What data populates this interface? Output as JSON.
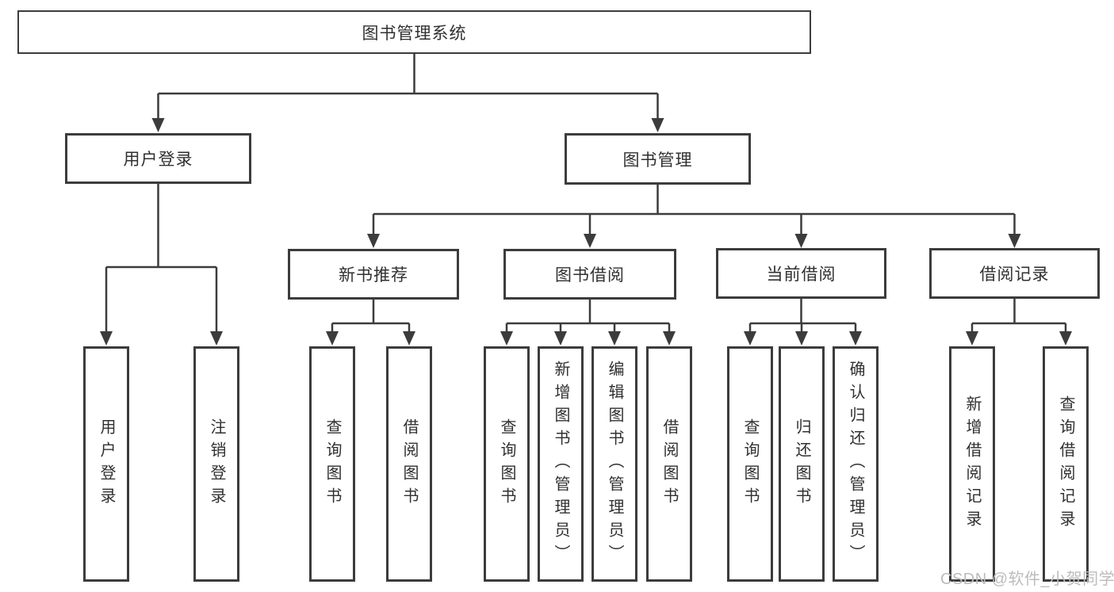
{
  "diagram_type": "hierarchy-tree",
  "colors": {
    "background": "#ffffff",
    "line": "#3c3c3c",
    "box_border": "#3c3c3c",
    "text": "#303030",
    "watermark": "#bcbcbc"
  },
  "tree": {
    "root": {
      "label": "图书管理系统"
    },
    "branches": [
      {
        "label": "用户登录",
        "children": [
          {
            "label": "用户登录"
          },
          {
            "label": "注销登录"
          }
        ]
      },
      {
        "label": "图书管理",
        "children": [
          {
            "label": "新书推荐",
            "children": [
              {
                "label": "查询图书"
              },
              {
                "label": "借阅图书"
              }
            ]
          },
          {
            "label": "图书借阅",
            "children": [
              {
                "label": "查询图书"
              },
              {
                "label": "新增图书（管理员）"
              },
              {
                "label": "编辑图书（管理员）"
              },
              {
                "label": "借阅图书"
              }
            ]
          },
          {
            "label": "当前借阅",
            "children": [
              {
                "label": "查询图书"
              },
              {
                "label": "归还图书"
              },
              {
                "label": "确认归还（管理员）"
              }
            ]
          },
          {
            "label": "借阅记录",
            "children": [
              {
                "label": "新增借阅记录"
              },
              {
                "label": "查询借阅记录"
              }
            ]
          }
        ]
      }
    ]
  },
  "watermark": {
    "text": "CSDN @软件_小贺同学"
  }
}
